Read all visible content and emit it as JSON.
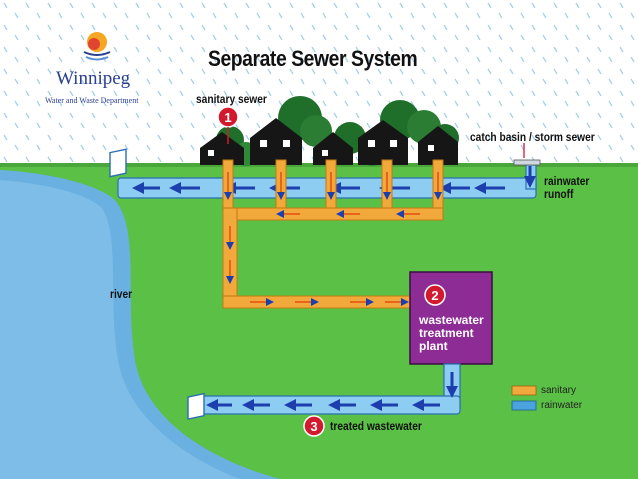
{
  "diagram": {
    "title": "Separate Sewer System",
    "logo": {
      "name": "Winnipeg",
      "subtitle": "Water and Waste Department"
    },
    "labels": {
      "sanitary_sewer": "sanitary sewer",
      "catch_basin": "catch basin / storm sewer",
      "rainwater_runoff": [
        "rainwater",
        "runoff"
      ],
      "river": "river",
      "treatment_plant": [
        "wastewater",
        "treatment",
        "plant"
      ],
      "treated_wastewater": "treated wastewater"
    },
    "markers": [
      "1",
      "2",
      "3"
    ],
    "legend": [
      {
        "label": "sanitary",
        "color": "#f2a93b"
      },
      {
        "label": "rainwater",
        "color": "#4aa3df"
      }
    ]
  },
  "colors": {
    "sky": "#ffffff",
    "rain": "#9ec9e8",
    "grass": "#5bc046",
    "river": "#6ab0e0",
    "sanitary_pipe": "#f2a93b",
    "storm_pipe": "#8ecdf2",
    "arrow": "#1d3fae",
    "plant": "#8e2c96",
    "marker": "#d3192e"
  }
}
